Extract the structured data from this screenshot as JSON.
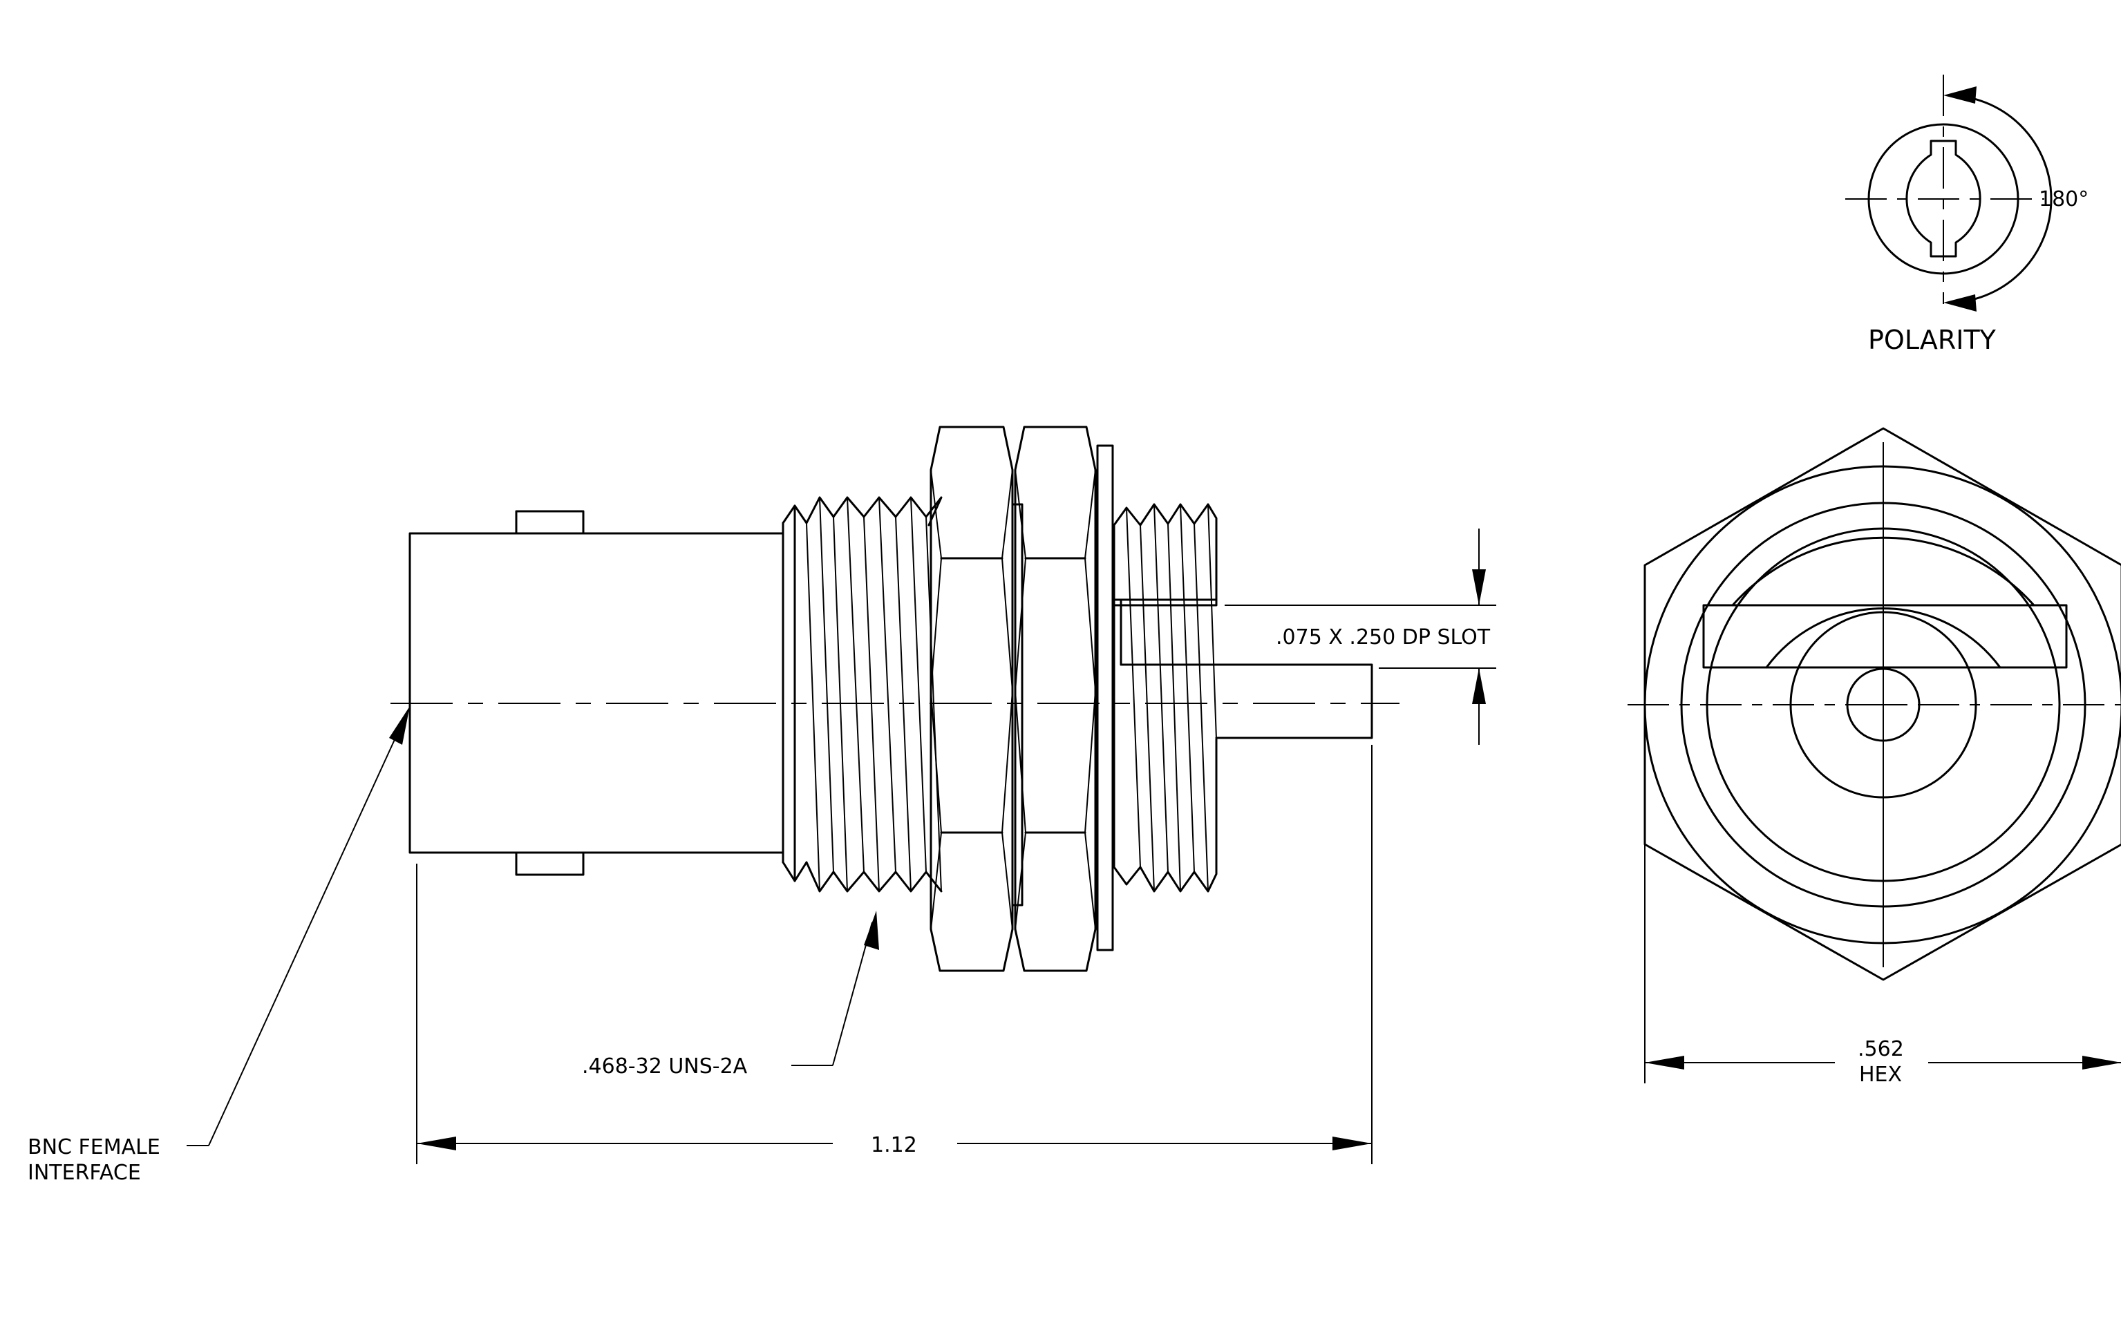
{
  "labels": {
    "polarity": "POLARITY",
    "polarity_angle": "180°",
    "slot": ".075 X .250 DP SLOT",
    "thread": ".468-32 UNS-2A",
    "interface_line1": "BNC FEMALE",
    "interface_line2": "INTERFACE",
    "length": "1.12",
    "hex_value": ".562",
    "hex_word": "HEX"
  }
}
